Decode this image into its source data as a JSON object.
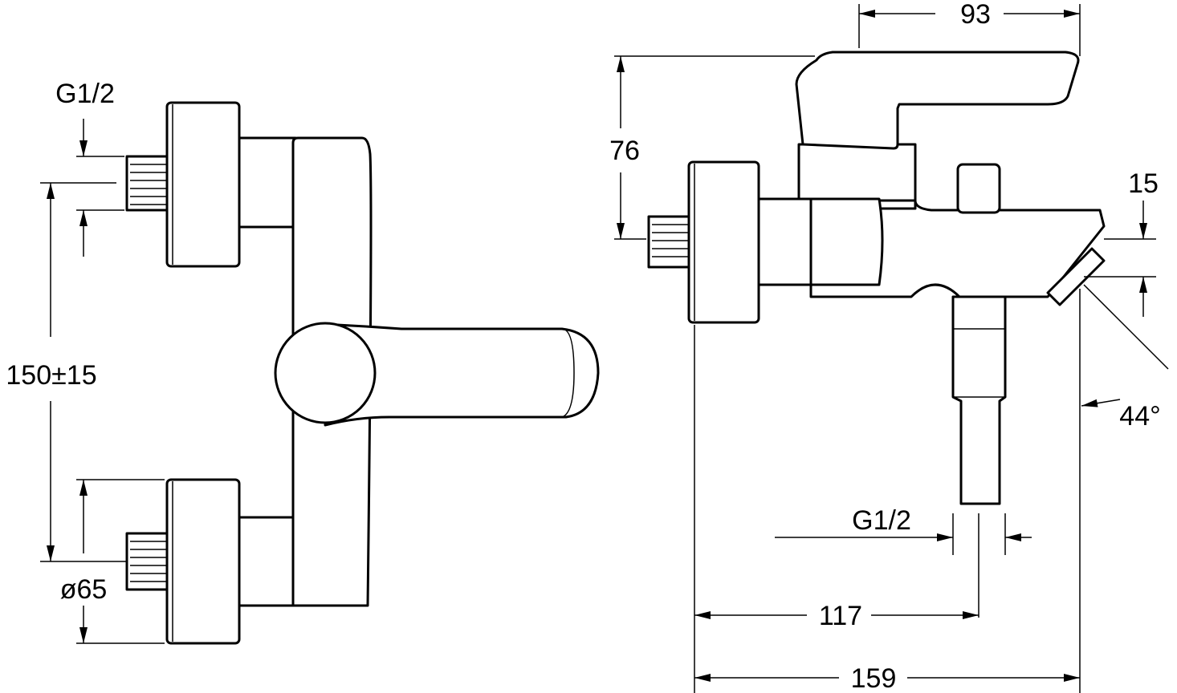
{
  "title": "Bath mixer dimension drawing",
  "dimensions": {
    "front_thread": "G1/2",
    "centre_distance": "150±15",
    "flange_diameter": "ø65",
    "handle_length": "93",
    "height": "76",
    "outlet_height": "15",
    "outlet_angle": "44°",
    "bottom_thread": "G1/2",
    "outlet_offset": "117",
    "projection": "159"
  }
}
